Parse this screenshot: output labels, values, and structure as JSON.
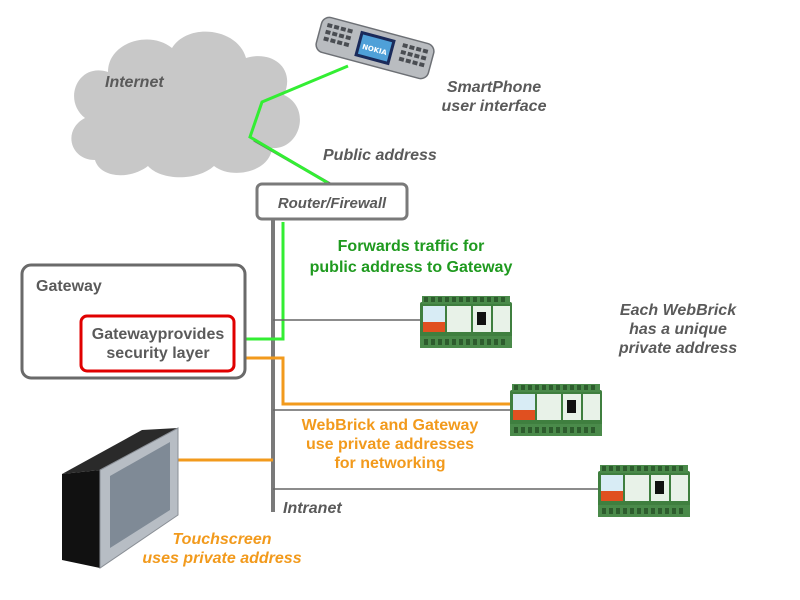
{
  "colors": {
    "cloud": "#c8c8c8",
    "gray_text": "#5a5a5a",
    "green_link": "#33ee33",
    "green_text": "#1f9a1f",
    "orange_link": "#f29a1c",
    "highlight_box": "#e00000",
    "backbone": "#7a7a7a"
  },
  "labels": {
    "internet": "Internet",
    "smartphone_line1": "SmartPhone",
    "smartphone_line2": "user interface",
    "public_address": "Public address",
    "router": "Router/Firewall",
    "forwards_line1": "Forwards traffic for",
    "forwards_line2": "public address to Gateway",
    "gateway": "Gateway",
    "gateway_provides_line1": "Gatewayprovides",
    "gateway_provides_line2": "security layer",
    "webbrick_note_line1": "Each WebBrick",
    "webbrick_note_line2": "has a unique",
    "webbrick_note_line3": "private address",
    "private_line1": "WebBrick and Gateway",
    "private_line2": "use private addresses",
    "private_line3": "for networking",
    "intranet": "Intranet",
    "touchscreen_line1": "Touchscreen",
    "touchscreen_line2": "uses private address"
  },
  "icons": {
    "cloud": "cloud-icon",
    "smartphone": "smartphone-icon",
    "webbrick": "webbrick-device-icon",
    "touchscreen": "touchscreen-panel-icon"
  }
}
